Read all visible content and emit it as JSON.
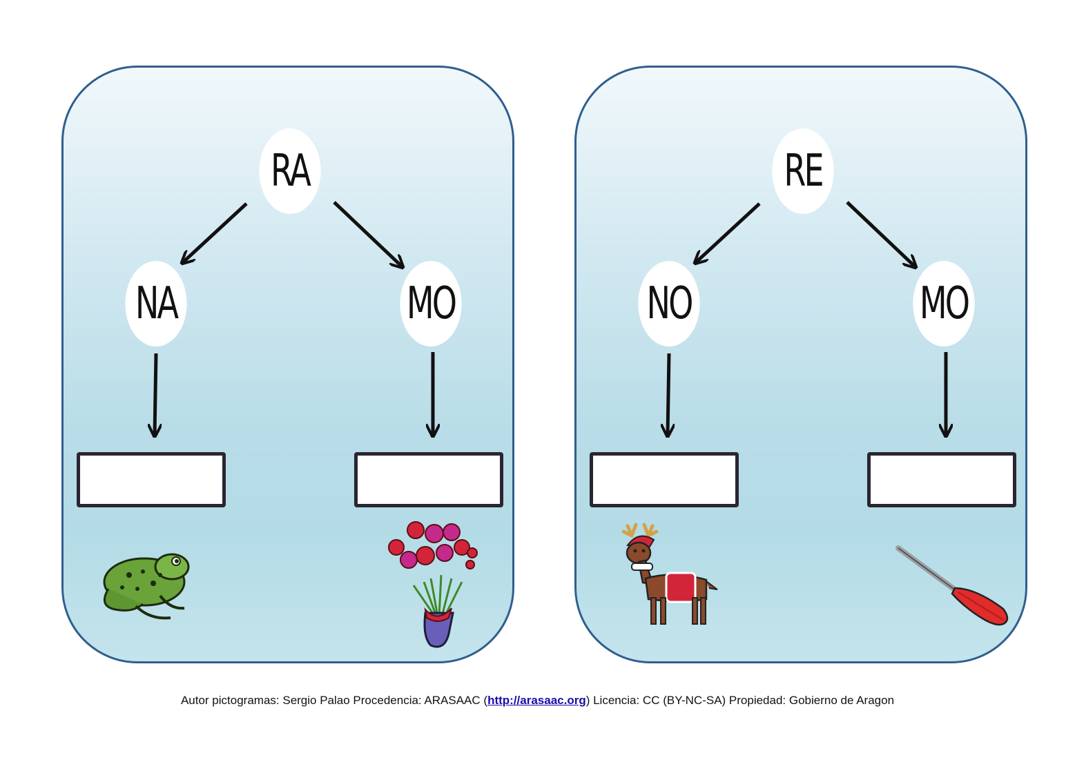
{
  "cards": [
    {
      "root": "RA",
      "left": "NA",
      "right": "MO",
      "left_picture": "frog",
      "right_picture": "flower-bouquet"
    },
    {
      "root": "RE",
      "left": "NO",
      "right": "MO",
      "left_picture": "reindeer",
      "right_picture": "oar"
    }
  ],
  "footer": {
    "before_link": "Autor pictogramas: Sergio Palao Procedencia: ARASAAC (",
    "link_text": "http://arasaac.org",
    "after_link": ") Licencia: CC (BY-NC-SA) Propiedad: Gobierno de Aragon"
  },
  "colors": {
    "card_border": "#2f5e8e",
    "card_fill": "#b9dde8",
    "box_border": "#2a2530",
    "link": "#1a0dab"
  }
}
